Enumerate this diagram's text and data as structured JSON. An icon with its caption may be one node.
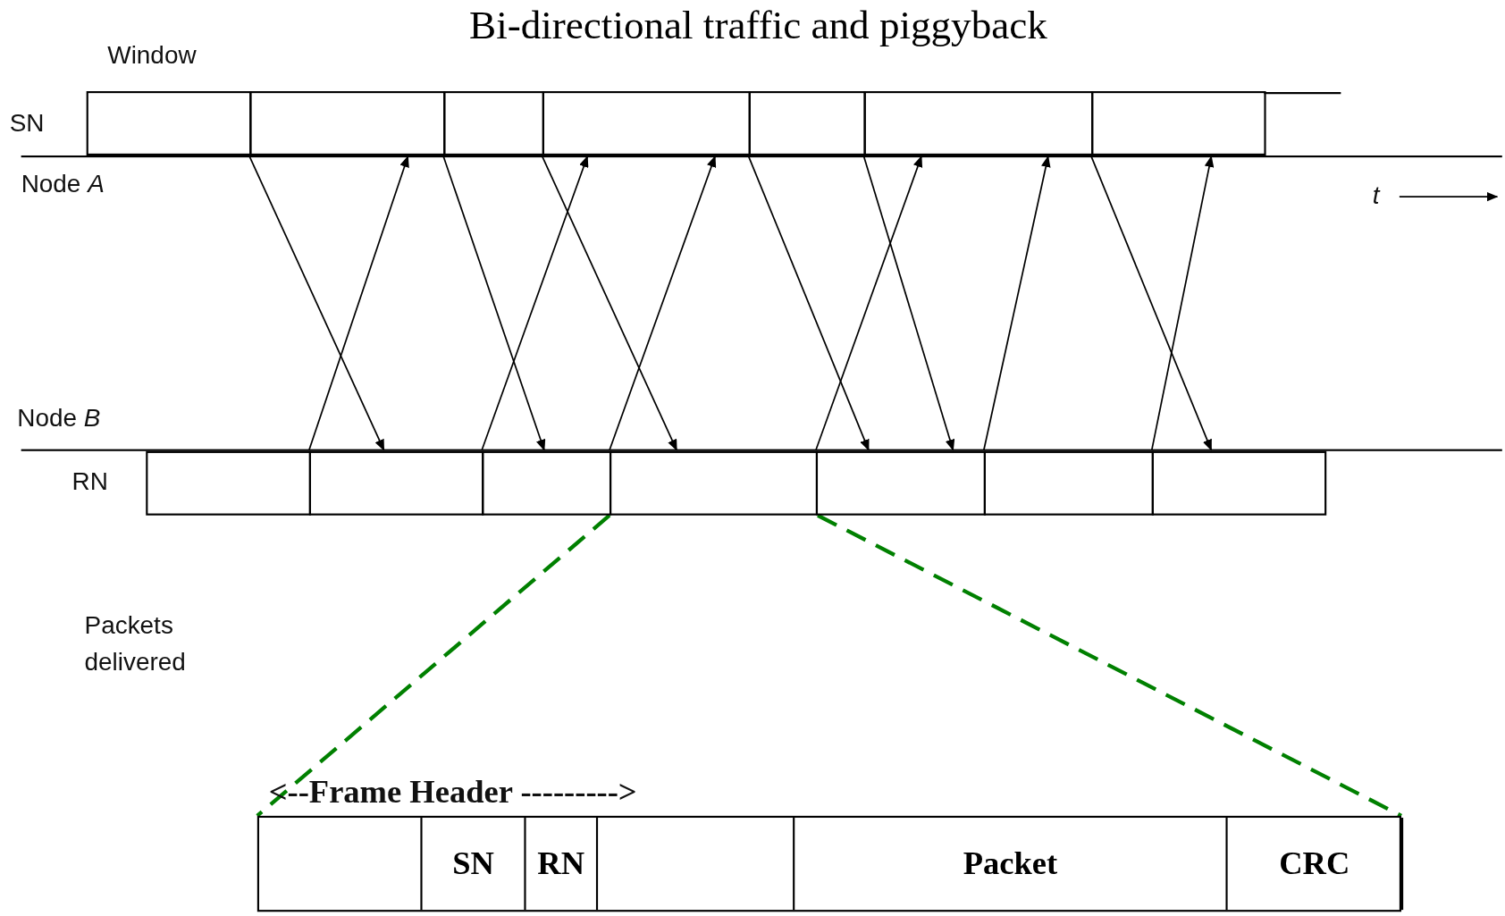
{
  "diagram": {
    "title": "Bi-directional traffic and piggyback",
    "nodes": [
      {
        "text": [
          "Node *A*"
        ]
      },
      {
        "text": [
          "Node *B*"
        ]
      },
      {
        "text": [],
        "shape": "box"
      },
      {
        "text": [],
        "shape": "box"
      },
      {
        "text": [],
        "shape": "box"
      },
      {
        "text": [],
        "shape": "box"
      },
      {
        "text": [],
        "shape": "box"
      },
      {
        "text": [],
        "shape": "box"
      },
      {
        "text": [],
        "shape": "box"
      },
      {
        "text": [],
        "shape": "box"
      },
      {
        "text": [],
        "shape": "box"
      },
      {
        "text": [],
        "shape": "box"
      },
      {
        "text": [],
        "shape": "box"
      },
      {
        "text": [],
        "shape": "box"
      },
      {
        "text": [],
        "shape": "box"
      },
      {
        "text": [],
        "shape": "box"
      },
      {
        "text": [],
        "shape": "box"
      },
      {
        "text": [],
        "shape": "box",
        "in": 16
      },
      {
        "text": [
          "SN"
        ],
        "in": 16
      },
      {
        "text": [
          "RN"
        ],
        "in": 16
      },
      {
        "text": [],
        "shape": "box",
        "in": 16
      },
      {
        "text": [
          "Packet"
        ],
        "in": 16
      },
      {
        "text": [
          "CRC"
        ],
        "in": 16
      }
    ],
    "edges": [
      {
        "from": 0,
        "to": 1,
        "arrow": "to"
      },
      {
        "from": 1,
        "to": 0,
        "arrow": "to"
      },
      {
        "from": 0,
        "to": 1,
        "arrow": "to"
      },
      {
        "from": 0,
        "to": 1,
        "arrow": "to"
      },
      {
        "from": 1,
        "to": 0,
        "arrow": "to"
      },
      {
        "from": 1,
        "to": 0,
        "arrow": "to"
      },
      {
        "from": 0,
        "to": 1,
        "arrow": "to"
      },
      {
        "from": 1,
        "to": 0,
        "arrow": "to"
      },
      {
        "from": 0,
        "to": 1,
        "arrow": "to"
      },
      {
        "from": 1,
        "to": 0,
        "arrow": "to"
      },
      {
        "from": 0,
        "to": 1,
        "arrow": "to"
      },
      {
        "from": 1,
        "to": 0,
        "arrow": "to"
      },
      {
        "from": 12,
        "to": 16,
        "arrow": "none",
        "style": "dashed",
        "color": "#008000"
      },
      {
        "from": 12,
        "to": 16,
        "arrow": "none",
        "style": "dashed",
        "color": "#008000"
      }
    ],
    "labels": [
      "Window",
      "SN",
      "t",
      "RN",
      "Packets delivered",
      "<--Frame Header --------->"
    ]
  }
}
